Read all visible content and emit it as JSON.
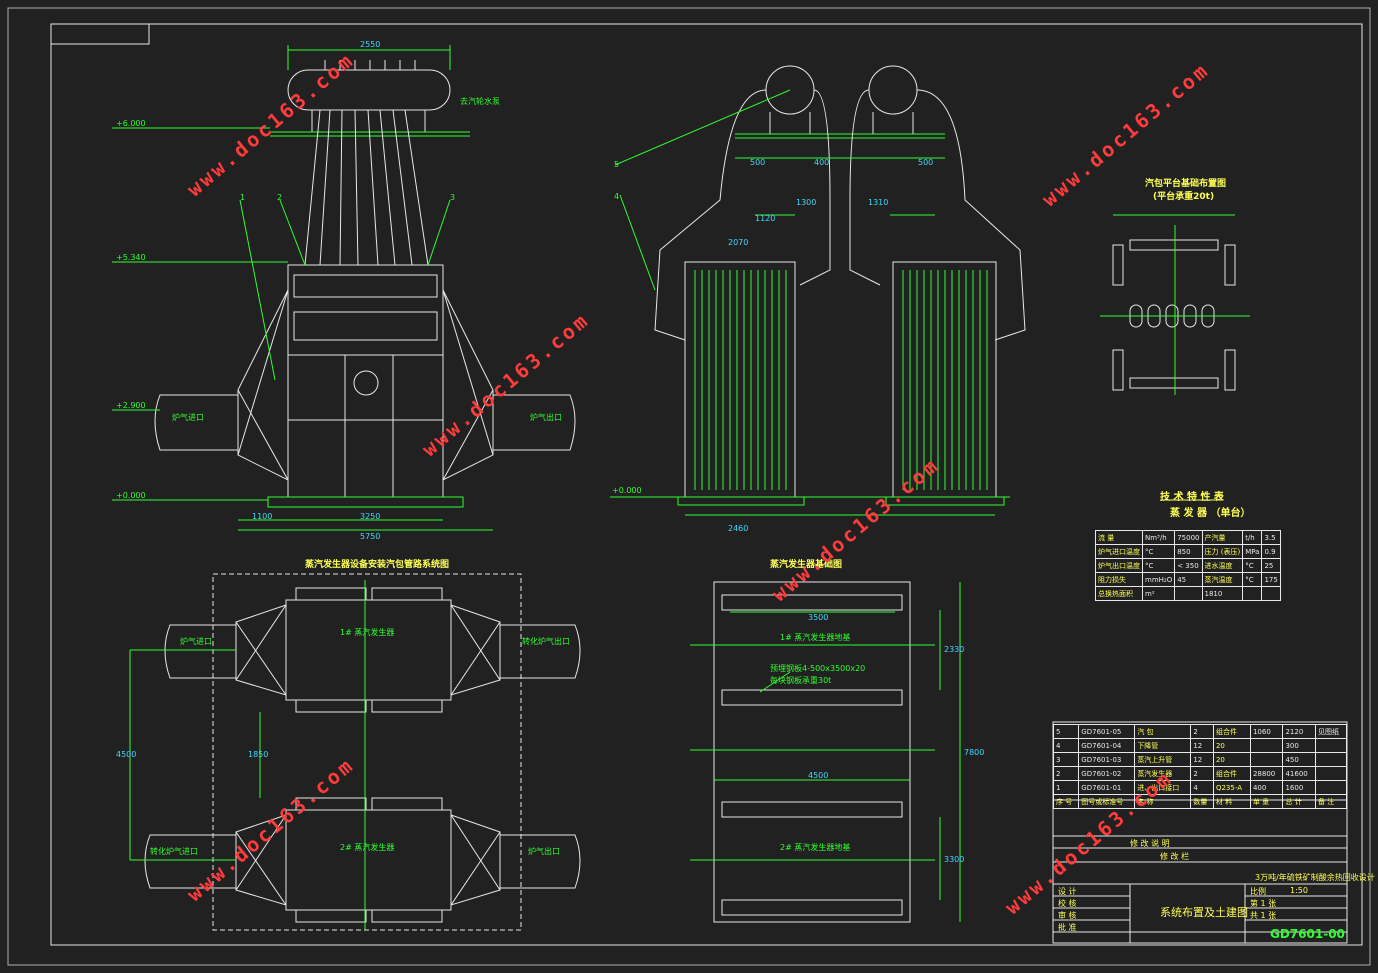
{
  "colors": {
    "background": "#212121",
    "frame": "#e8e8e8",
    "structure": "#2dff2d",
    "dimension": "#41d8ff",
    "text": "#ffff55",
    "watermark": "#ff3b3b"
  },
  "watermark": "www.doc163.com",
  "views": {
    "front": {
      "drum_note": "去汽轮水泵",
      "elevations": [
        "+6.000",
        "+5.340",
        "+2.900",
        "+0.000"
      ],
      "inlet_label": "炉气进口",
      "outlet_label": "炉气出口",
      "item_numbers": [
        "1",
        "2",
        "3"
      ],
      "dims": [
        "2550",
        "3250",
        "1100",
        "5750"
      ]
    },
    "side": {
      "item_numbers": [
        "5",
        "4"
      ],
      "elevation": "+0.000",
      "dims": [
        "1120",
        "2070",
        "2460",
        "1300",
        "1310",
        "500",
        "400",
        "500"
      ]
    },
    "plan_titles": {
      "layout": "蒸汽发生器设备安装汽包管路系统图",
      "foundation": "蒸汽发生器基础图",
      "platform": "汽包平台基础布置图",
      "platform_sub": "(平台承重20t)"
    },
    "plan": {
      "unit1": "1# 蒸汽发生器",
      "unit2": "2# 蒸汽发生器",
      "inlet1": "炉气进口",
      "outlet1": "转化炉气出口",
      "inlet2": "转化炉气进口",
      "outlet2": "炉气出口",
      "dims": [
        "4500",
        "1850"
      ]
    },
    "foundation": {
      "row1": "1# 蒸汽发生器地基",
      "row2": "2# 蒸汽发生器地基",
      "note1": "预埋钢板4-500x3500x20",
      "note2": "每块钢板承重30t",
      "dims": [
        "3500",
        "4500",
        "7800",
        "2330",
        "3300"
      ]
    }
  },
  "spec_table": {
    "title": "技 术 特 性 表",
    "subtitle": "蒸 发 器 （单台）",
    "rows": [
      [
        "流 量",
        "Nm³/h",
        "75000",
        "产汽量",
        "t/h",
        "3.5"
      ],
      [
        "炉气进口温度",
        "°C",
        "850",
        "压力 (表压)",
        "MPa",
        "0.9"
      ],
      [
        "炉气出口温度",
        "°C",
        "< 350",
        "进水温度",
        "°C",
        "25"
      ],
      [
        "阻力损失",
        "mmH₂O",
        "45",
        "蒸汽温度",
        "°C",
        "175"
      ],
      [
        "总换热面积",
        "m²",
        "",
        "1810",
        "",
        ""
      ]
    ]
  },
  "parts_list": {
    "rows": [
      [
        "5",
        "GD7601-05",
        "汽 包",
        "2",
        "组合件",
        "1060",
        "2120",
        "见图纸"
      ],
      [
        "4",
        "GD7601-04",
        "下降管",
        "12",
        "20",
        "",
        "300",
        ""
      ],
      [
        "3",
        "GD7601-03",
        "蒸汽上升管",
        "12",
        "20",
        "",
        "450",
        ""
      ],
      [
        "2",
        "GD7601-02",
        "蒸汽发生器",
        "2",
        "组合件",
        "28800",
        "41600",
        ""
      ],
      [
        "1",
        "GD7601-01",
        "进、出口接口",
        "4",
        "Q235-A",
        "400",
        "1600",
        ""
      ]
    ],
    "header": [
      "序 号",
      "图号或标准号",
      "名 称",
      "数量",
      "材 料",
      "单 重",
      "总 计",
      "备 注"
    ]
  },
  "title_block": {
    "revision": "修 改 说 明",
    "revise": "修 改 栏",
    "project": "3万吨/年硫铁矿制酸余热回收设计",
    "drawing_title": "系统布置及土建图",
    "drawing_no": "GD7601-00",
    "rows": [
      "设 计",
      "校 核",
      "审 核",
      "批 准"
    ],
    "right_cells": [
      "比例",
      "1:50",
      "第 1 张",
      "共 1 张"
    ]
  }
}
